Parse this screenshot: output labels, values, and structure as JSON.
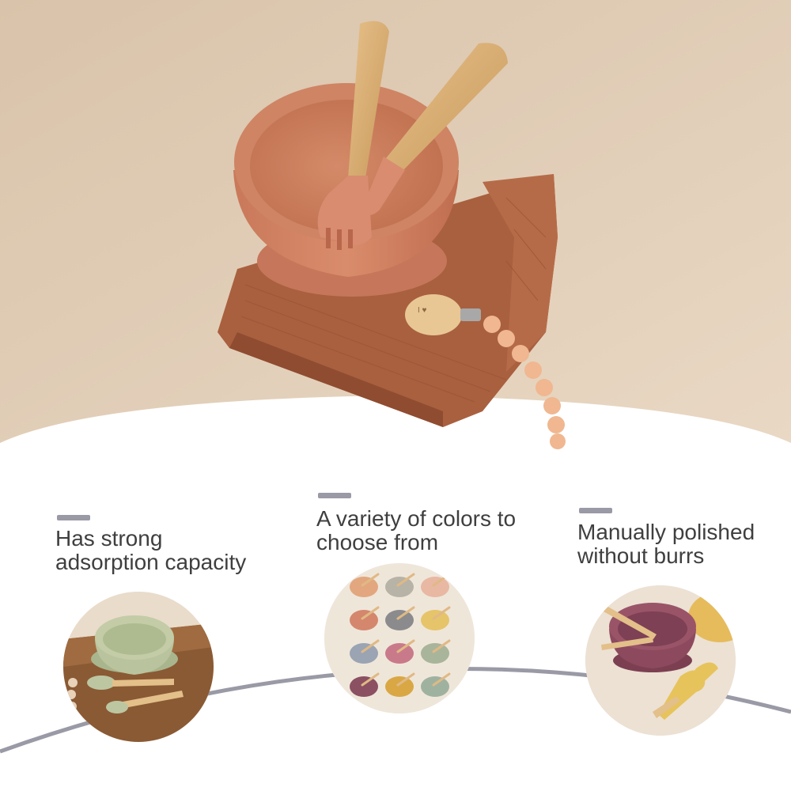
{
  "features": [
    {
      "line1": "Has strong",
      "line2": "adsorption capacity"
    },
    {
      "line1": "A variety of colors to",
      "line2": "choose from"
    },
    {
      "line1": "Manually polished",
      "line2": "without burrs"
    }
  ],
  "clip_logo_text": "I ♥"
}
